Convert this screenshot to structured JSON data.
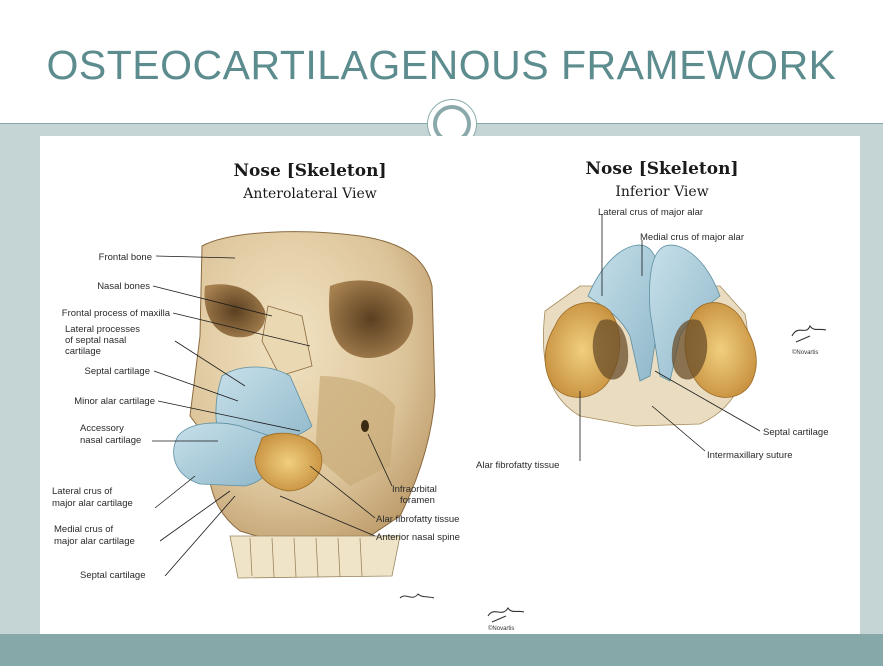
{
  "slide": {
    "title": "OSTEOCARTILAGENOUS  FRAMEWORK"
  },
  "left_figure": {
    "title": "Nose [Skeleton]",
    "subtitle": "Anterolateral  View",
    "labels": {
      "frontal_bone": "Frontal bone",
      "nasal_bones": "Nasal bones",
      "frontal_process": "Frontal process of maxilla",
      "lateral_processes_1": "Lateral processes",
      "lateral_processes_2": "of septal nasal",
      "lateral_processes_3": "cartilage",
      "septal_cartilage_upper": "Septal cartilage",
      "minor_alar": "Minor alar cartilage",
      "accessory_1": "Accessory",
      "accessory_2": "nasal cartilage",
      "lateral_crus_1": "Lateral crus of",
      "lateral_crus_2": "major alar cartilage",
      "medial_crus_1": "Medial crus of",
      "medial_crus_2": "major alar cartilage",
      "septal_cartilage_lower": "Septal cartilage",
      "infraorbital_1": "Infraorbital",
      "infraorbital_2": "foramen",
      "alar_fibrofatty": "Alar fibrofatty tissue",
      "anterior_nasal_spine": "Anterior nasal spine"
    }
  },
  "right_figure": {
    "title": "Nose [Skeleton]",
    "subtitle": "Inferior View",
    "labels": {
      "lateral_crus": "Lateral crus of major alar",
      "medial_crus": "Medial crus of major alar",
      "septal_cartilage": "Septal cartilage",
      "intermaxillary_suture": "Intermaxillary suture",
      "alar_fibrofatty": "Alar fibrofatty tissue"
    },
    "credit": "©Novartis"
  },
  "bottom_credit": "©Novartis",
  "colors": {
    "title_teal": "#5d8c8f",
    "band": "#c5d4d4",
    "bottom_band": "#86a8a9",
    "bone": "#dcc49a",
    "bone_shadow": "#8a6a3e",
    "cartilage_blue": "#9fc4d4",
    "fibrofatty": "#d8a85a"
  }
}
